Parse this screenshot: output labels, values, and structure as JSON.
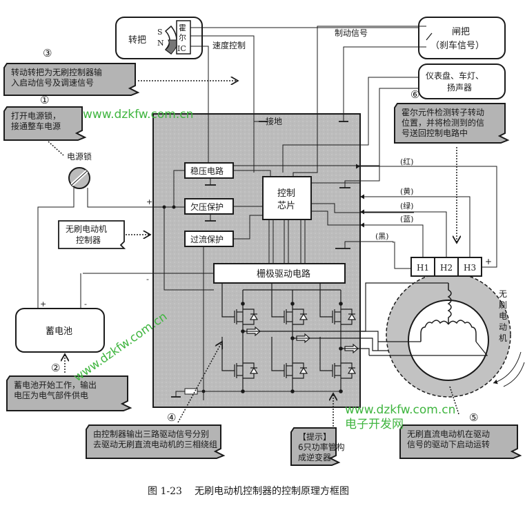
{
  "colors": {
    "gray_fill": "#bdbdbd",
    "callout_fill": "#b4b4b4",
    "line": "#1a1a1a",
    "watermark": "#3fb53f"
  },
  "throttle": {
    "label": "转把",
    "magnet_s": "S",
    "magnet_n": "N",
    "hall_ic": [
      "霍",
      "尔",
      "IC"
    ],
    "speed_control": "速度控制"
  },
  "brake": {
    "title": "闸把",
    "subtitle": "（刹车信号）",
    "signal_label": "制动信号"
  },
  "dashboard": {
    "line1": "仪表盘、车灯、",
    "line2": "扬声器"
  },
  "ground_label": "接地",
  "power_lock_label": "电源锁",
  "controller": {
    "voltage_regulator": "稳压电路",
    "undervoltage": "欠压保护",
    "overcurrent": "过流保护",
    "chip_line1": "控制",
    "chip_line2": "芯片",
    "gate_driver": "栅极驱动电路",
    "plus": "+",
    "minus": "-"
  },
  "controller_tag": {
    "line1": "无刷电动机",
    "line2": "控制器"
  },
  "battery": {
    "label": "蓄电池",
    "plus": "+",
    "minus": "-"
  },
  "wires": {
    "red": "(红)",
    "yellow": "(黄)",
    "green": "(绿)",
    "blue": "(蓝)",
    "black": "(黑)"
  },
  "motor": {
    "hall": [
      "H1",
      "H2",
      "H3"
    ],
    "plus": "+",
    "label": [
      "无",
      "刷",
      "电",
      "动",
      "机"
    ]
  },
  "callouts": [
    {
      "num": "③",
      "lines": [
        "转动转把为无刷控制器输",
        "入启动信号及调速信号"
      ]
    },
    {
      "num": "①",
      "lines": [
        "打开电源锁，",
        "接通整车电源"
      ]
    },
    {
      "num": "②",
      "lines": [
        "蓄电池开始工作，输出",
        "电压为电气部件供电"
      ]
    },
    {
      "num": "④",
      "lines": [
        "由控制器输出三路驱动信号分别",
        "去驱动无刷直流电动机的三相绕组"
      ]
    },
    {
      "num": "",
      "lines": [
        "【提示】",
        "6只功率管构",
        "成逆变器"
      ]
    },
    {
      "num": "⑤",
      "lines": [
        "无刷直流电动机在驱动",
        "信号的驱动下启动运转"
      ]
    },
    {
      "num": "⑥",
      "lines": [
        "霍尔元件检测转子转动",
        "位置，并将检测到的信",
        "号送回控制电路中"
      ]
    }
  ],
  "watermarks": [
    "www.dzkfw.com.cn",
    "www.dzkfw.com.cn",
    "www.dzkfw.com.cn",
    "电子开发网"
  ],
  "caption": {
    "figure": "图 1-23",
    "title": "无刷电动机控制器的控制原理方框图"
  }
}
